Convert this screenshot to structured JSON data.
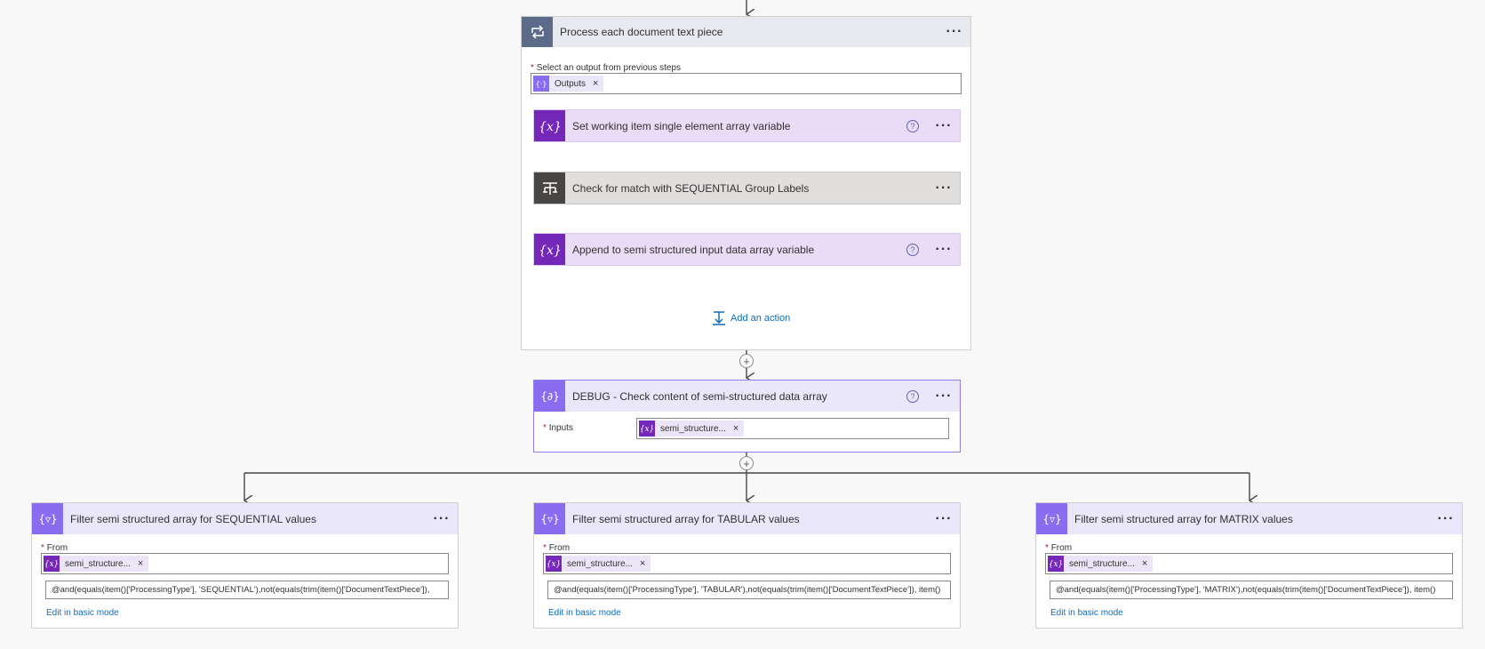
{
  "colors": {
    "loop_header": "#5c6b8a",
    "variable_icon": "#7527b8",
    "variable_header": "#eadcf6",
    "condition_icon": "#484644",
    "condition_header": "#e1dfdd",
    "data_icon": "#8a6cf0",
    "data_header": "#ebe7fb",
    "debug_border": "#8e7cf0",
    "link": "#0f6cbd",
    "required": "#a4262c"
  },
  "loop": {
    "title": "Process each document text piece",
    "menu": "···",
    "select_label": "Select an output from previous steps",
    "required_mark": "*",
    "token": "Outputs",
    "token_remove": "×",
    "add_action": "Add an action"
  },
  "steps": [
    {
      "title": "Set working item single element array variable",
      "help": "?",
      "menu": "···",
      "icon": "variable-icon"
    },
    {
      "title": "Check for match with SEQUENTIAL Group Labels",
      "menu": "···",
      "icon": "condition-icon"
    },
    {
      "title": "Append to semi structured input data array variable",
      "help": "?",
      "menu": "···",
      "icon": "variable-icon"
    }
  ],
  "debug": {
    "title": "DEBUG - Check content of semi-structured data array",
    "help": "?",
    "menu": "···",
    "inputs_label": "Inputs",
    "required_mark": "*",
    "token": "semi_structure...",
    "token_remove": "×"
  },
  "filters": [
    {
      "title": "Filter semi structured array for SEQUENTIAL values",
      "menu": "···",
      "from_label": "From",
      "required_mark": "*",
      "token": "semi_structure...",
      "token_remove": "×",
      "expression": "@and(equals(item()['ProcessingType'], 'SEQUENTIAL'),not(equals(trim(item()['DocumentTextPiece']),",
      "edit_link": "Edit in basic mode"
    },
    {
      "title": "Filter semi structured array for TABULAR values",
      "menu": "···",
      "from_label": "From",
      "required_mark": "*",
      "token": "semi_structure...",
      "token_remove": "×",
      "expression": "@and(equals(item()['ProcessingType'], 'TABULAR'),not(equals(trim(item()['DocumentTextPiece']), item()",
      "edit_link": "Edit in basic mode"
    },
    {
      "title": "Filter semi structured array for MATRIX values",
      "menu": "···",
      "from_label": "From",
      "required_mark": "*",
      "token": "semi_structure...",
      "token_remove": "×",
      "expression": "@and(equals(item()['ProcessingType'], 'MATRIX'),not(equals(trim(item()['DocumentTextPiece']), item()",
      "edit_link": "Edit in basic mode"
    }
  ],
  "insert_plus": "+"
}
